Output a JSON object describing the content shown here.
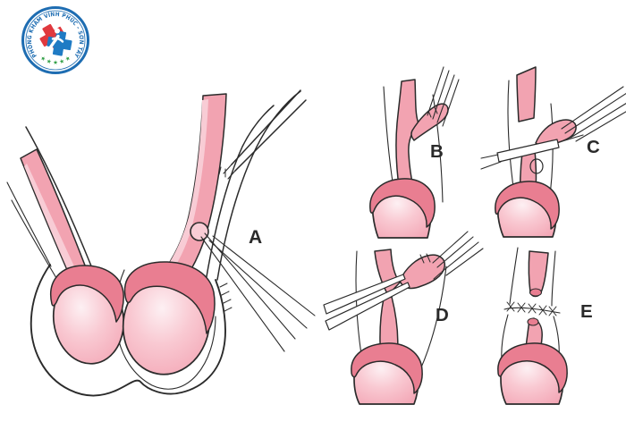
{
  "logo": {
    "arc_text": "PHÒNG KHÁM VĨNH PHÚC - SƠN TÂY",
    "stars": "★ ★ ★ ★ ★"
  },
  "figure": {
    "panel_labels": {
      "a": "A",
      "b": "B",
      "c": "C",
      "d": "D",
      "e": "E"
    }
  },
  "theme": {
    "background": "#ffffff",
    "outline": "#2b2b2b",
    "label": "#2a2a2a",
    "cord": "#f2a3b1",
    "cord_light": "#f8ccd5",
    "testis_center": "#fdf0f3",
    "testis_mid": "#f9c9d2",
    "testis_edge": "#f3a6b5",
    "epididymis": "#e97e91",
    "tool_fill": "#ffffff",
    "logo_ring": "#1e6db2",
    "logo_text": "#1e6db2",
    "logo_star": "#2f9e44",
    "logo_cross_red": "#e0393e",
    "logo_cross_blue": "#1f7bc4",
    "logo_figure": "#ffffff"
  }
}
